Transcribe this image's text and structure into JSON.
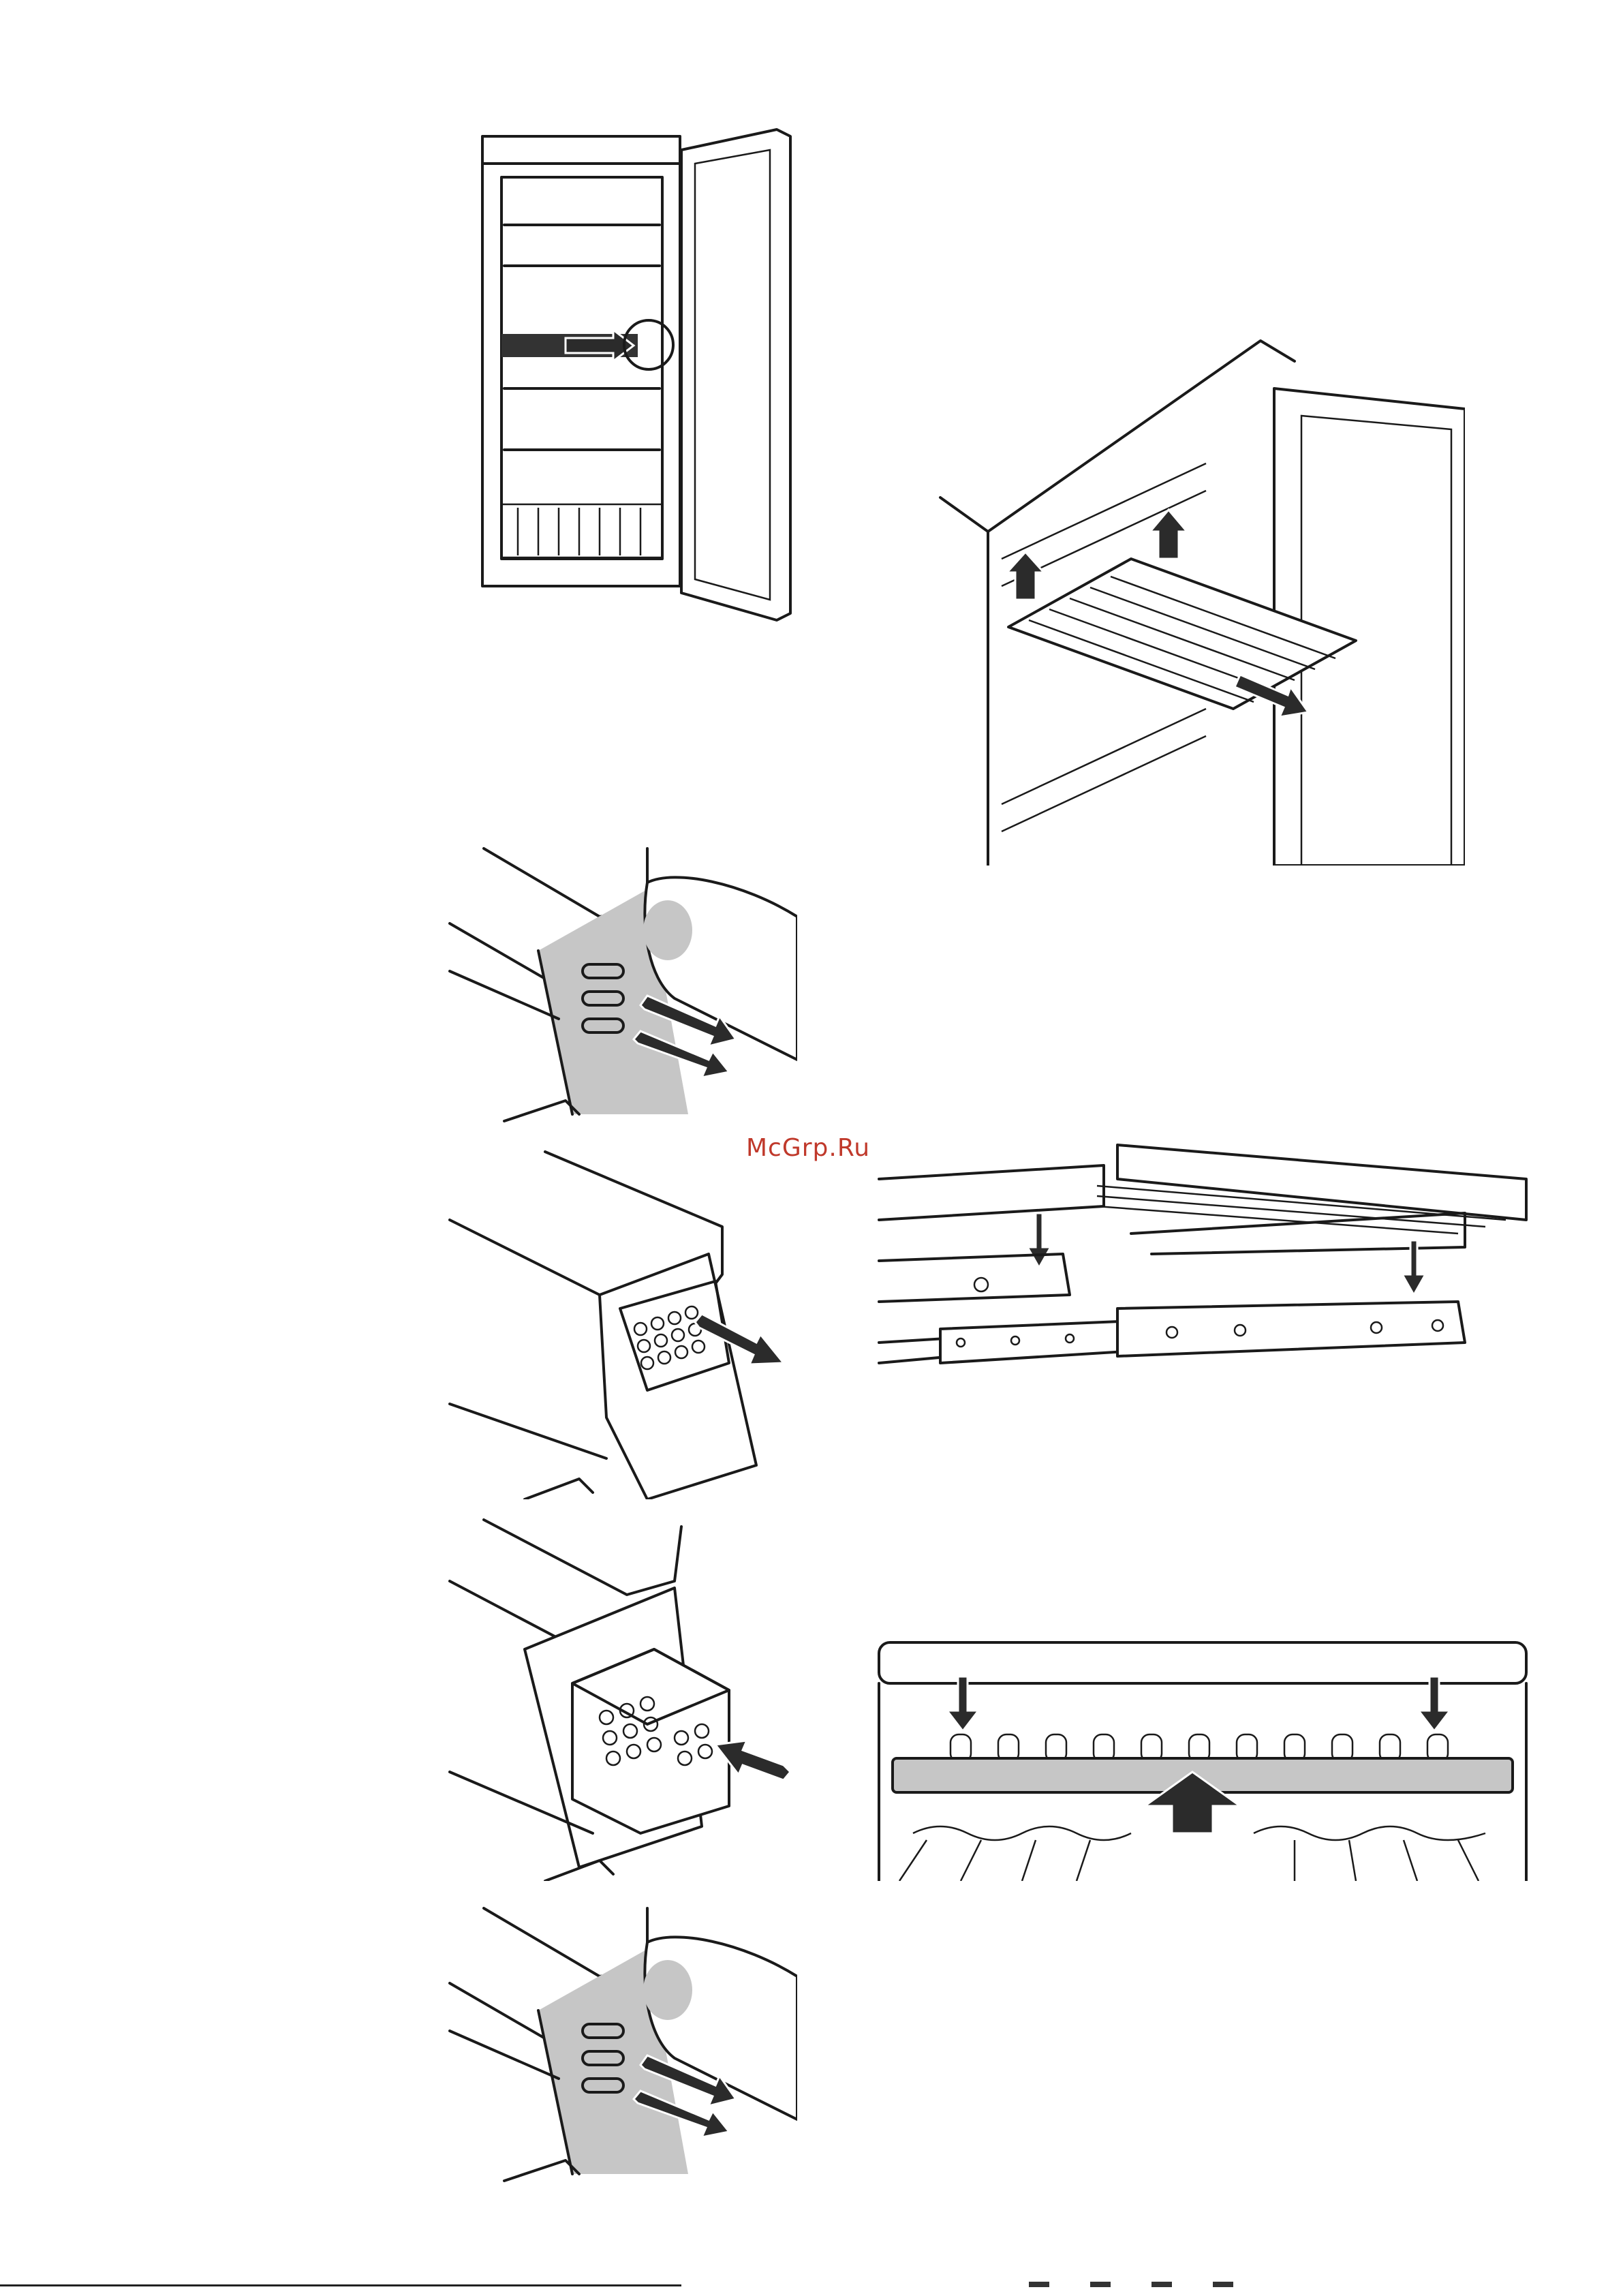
{
  "page": {
    "watermark": "McGrp.Ru"
  },
  "figures": [
    {
      "id": "fridge-overview",
      "icon": "refrigerator-open-door-illustration"
    },
    {
      "id": "shelf-removal",
      "icon": "shelf-lift-and-pull-illustration"
    },
    {
      "id": "cover-press-open",
      "icon": "finger-press-cover-illustration"
    },
    {
      "id": "filter-pull-out",
      "icon": "filter-removal-illustration"
    },
    {
      "id": "rail-mounting",
      "icon": "shelf-rail-mounting-illustration"
    },
    {
      "id": "filter-insert",
      "icon": "filter-insertion-illustration"
    },
    {
      "id": "shelf-front-view",
      "icon": "shelf-front-view-illustration"
    },
    {
      "id": "cover-press-close",
      "icon": "finger-press-cover-illustration"
    }
  ],
  "colors": {
    "line": "#1a1a1a",
    "panel": "#c6c6c6",
    "arrow": "#2b2b2b",
    "watermark": "#c0392b"
  }
}
